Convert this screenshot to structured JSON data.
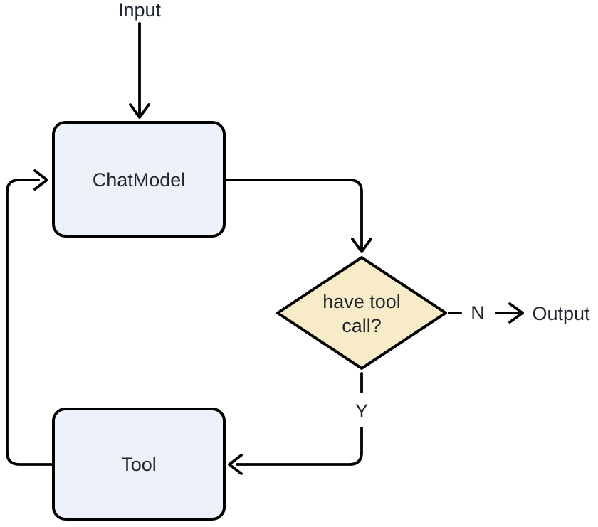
{
  "diagram": {
    "title": "tool-calling agent loop flowchart",
    "colors": {
      "background": "#ffffff",
      "edge": "#000000",
      "node_stroke": "#000000",
      "node_fill": "#edf1fa",
      "decision_fill": "#f8ecc8",
      "text": "#1f2430"
    },
    "nodes": {
      "input": {
        "label": "Input",
        "shape": "text"
      },
      "chat_model": {
        "label": "ChatModel",
        "shape": "rounded-rect"
      },
      "decision": {
        "label_line1": "have tool",
        "label_line2": "call?",
        "shape": "diamond"
      },
      "tool": {
        "label": "Tool",
        "shape": "rounded-rect"
      },
      "output": {
        "label": "Output",
        "shape": "text"
      }
    },
    "edges": {
      "input_to_chatmodel": {
        "style": "solid"
      },
      "chatmodel_to_decision": {
        "style": "solid"
      },
      "decision_to_output": {
        "label": "N",
        "style": "dashed"
      },
      "decision_to_tool": {
        "label": "Y",
        "style": "dashed"
      },
      "tool_to_chatmodel": {
        "style": "solid"
      }
    }
  }
}
